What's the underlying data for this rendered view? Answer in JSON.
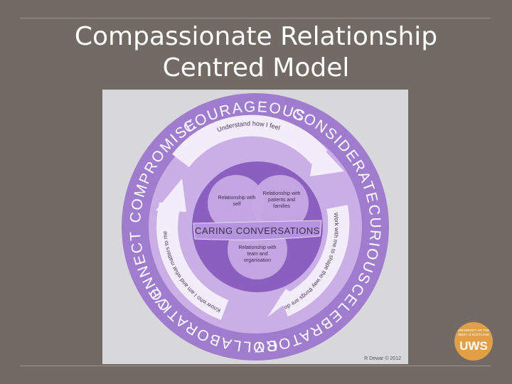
{
  "slide": {
    "title_line1": "Compassionate Relationship",
    "title_line2": "Centred Model"
  },
  "diagram": {
    "outer_words": [
      "COMPROMISE",
      "COURAGEOUS",
      "CONSIDERATE",
      "CURIOUS",
      "CELEBRATORY",
      "COLLABORATIVE",
      "CONNECT"
    ],
    "arrow_phrases": [
      "Understand how I feel",
      "Work with me to shape the way things are done",
      "Know who I am and what matters to me"
    ],
    "circles": [
      "Relationship with self",
      "Relationship with patients and families",
      "Relationship with team and organisation"
    ],
    "center_banner": "CARING CONVERSATIONS",
    "credit": "R Dewar © 2012"
  },
  "logo": {
    "text_small_1": "UNIVERSITY OF THE",
    "text_small_2": "WEST of SCOTLAND",
    "text_big": "UWS"
  },
  "colors": {
    "background": "#726b65",
    "outer_ring": "#a07ccf",
    "middle_ring": "#c9afe6",
    "inner_circle": "#8a5fc0",
    "small_circles": "#c6a9e4",
    "banner": "#b495dd",
    "logo": "#e2a046"
  }
}
